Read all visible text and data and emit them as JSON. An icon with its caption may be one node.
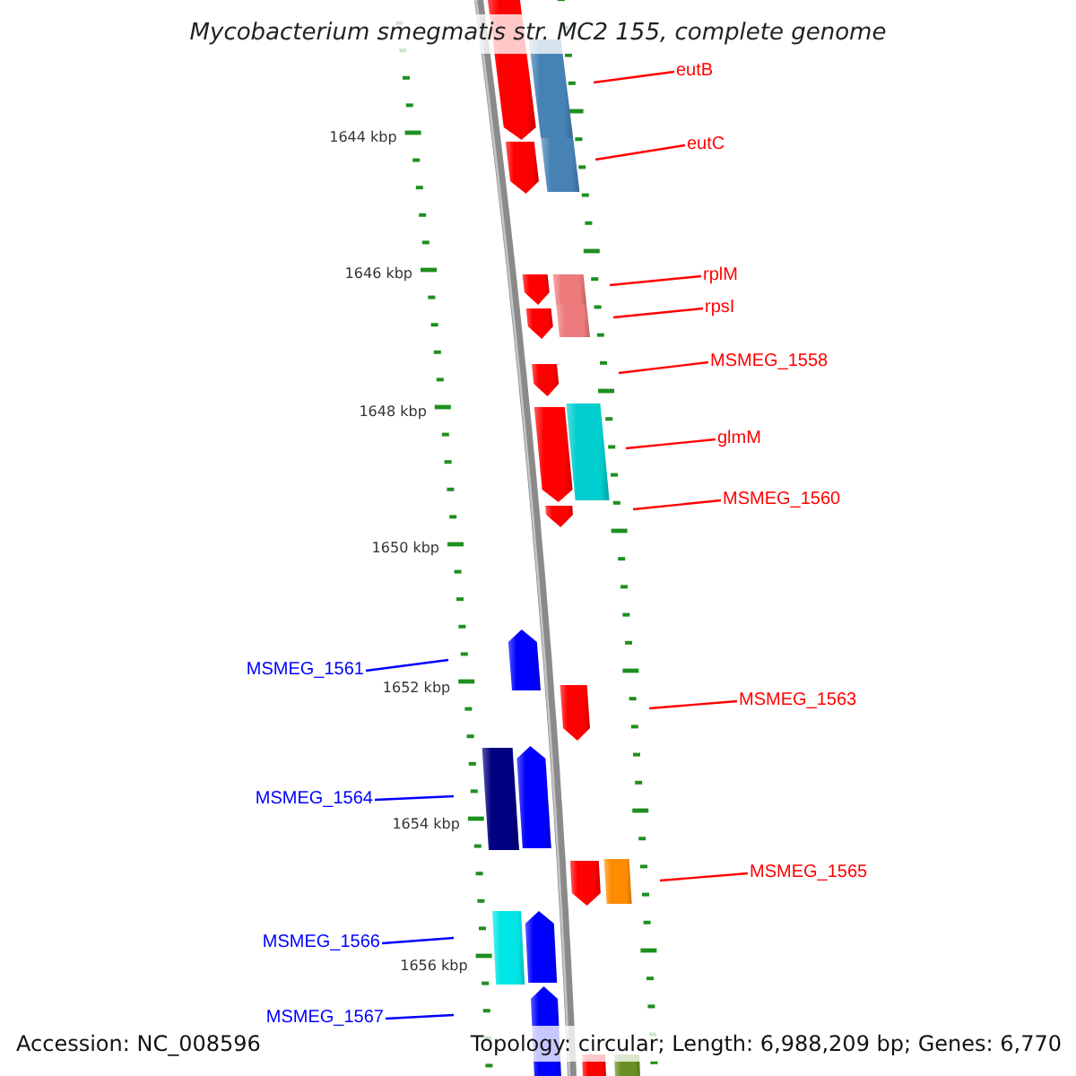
{
  "diagram": {
    "title": "Mycobacterium smegmatis str. MC2 155, complete genome",
    "nodes": [
      {
        "text": [
          "eutB"
        ]
      },
      {
        "text": [
          "eutC"
        ]
      },
      {
        "text": [
          "rplM"
        ]
      },
      {
        "text": [
          "rpsI"
        ]
      },
      {
        "text": [
          "MSMEG_1558"
        ]
      },
      {
        "text": [
          "glmM"
        ]
      },
      {
        "text": [
          "MSMEG_1560"
        ]
      },
      {
        "text": [
          "MSMEG_1561"
        ]
      },
      {
        "text": [
          "MSMEG_1563"
        ]
      },
      {
        "text": [
          "MSMEG_1564"
        ]
      },
      {
        "text": [
          "MSMEG_1565"
        ]
      },
      {
        "text": [
          "MSMEG_1566"
        ]
      },
      {
        "text": [
          "MSMEG_1567"
        ]
      }
    ],
    "edges": [
      {
        "from": 0,
        "to": null,
        "arrow": "none"
      },
      {
        "from": 1,
        "to": null,
        "arrow": "none"
      },
      {
        "from": 2,
        "to": null,
        "arrow": "none"
      },
      {
        "from": 3,
        "to": null,
        "arrow": "none"
      },
      {
        "from": 4,
        "to": null,
        "arrow": "none"
      },
      {
        "from": 5,
        "to": null,
        "arrow": "none"
      },
      {
        "from": 6,
        "to": null,
        "arrow": "none"
      },
      {
        "from": 7,
        "to": null,
        "arrow": "none",
        "color": "#0000ff"
      },
      {
        "from": 8,
        "to": null,
        "arrow": "none"
      },
      {
        "from": 9,
        "to": null,
        "arrow": "none",
        "color": "#0000ff"
      },
      {
        "from": 10,
        "to": null,
        "arrow": "none"
      },
      {
        "from": 11,
        "to": null,
        "arrow": "none",
        "color": "#0000ff"
      },
      {
        "from": 12,
        "to": null,
        "arrow": "none",
        "color": "#0000ff"
      }
    ],
    "labels": [
      "1644 kbp",
      "1646 kbp",
      "1648 kbp",
      "1650 kbp",
      "1652 kbp",
      "1654 kbp",
      "1656 kbp",
      "Accession: NC_008596",
      "Topology: circular; Length: 6,988,209 bp; Genes: 6,770"
    ]
  }
}
